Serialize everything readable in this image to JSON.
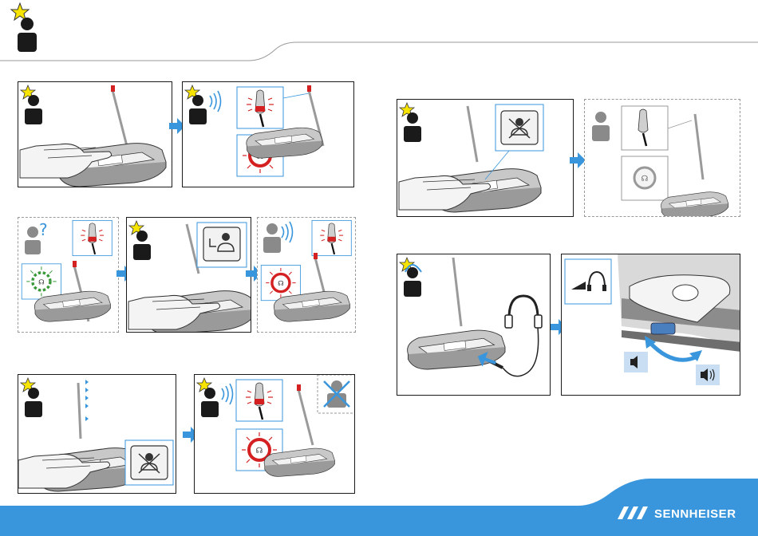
{
  "brand": {
    "name": "SENNHEISER",
    "logo_icon": "sennheiser-logo-icon"
  },
  "colors": {
    "accent_blue": "#3a96dc",
    "light_blue": "#c9def2",
    "red": "#d42020",
    "green": "#3a9a3a",
    "star": "#f7e400",
    "dark": "#333333"
  },
  "page": {
    "header_icon": "chairman-user-star-icon",
    "panels": [
      {
        "id": "chairman-press-button",
        "icons": [
          "chairman-user-star-icon",
          "hand-pressing-button-icon"
        ]
      },
      {
        "id": "chairman-speaking",
        "icons": [
          "user-speaking-icon",
          "mic-ring-red-icon",
          "speak-button-red-icon"
        ]
      },
      {
        "id": "participant-request",
        "icons": [
          "user-question-icon",
          "mic-ring-red-icon",
          "speak-button-green-flashing-icon"
        ]
      },
      {
        "id": "chairman-next-speaker",
        "icons": [
          "chairman-user-star-icon",
          "next-speaker-button-icon"
        ]
      },
      {
        "id": "participant-speaking",
        "icons": [
          "user-speaking-icon",
          "mic-ring-red-icon",
          "speak-button-red-icon"
        ]
      },
      {
        "id": "chairman-priority-mute",
        "icons": [
          "chairman-user-star-icon",
          "priority-mute-button-icon"
        ]
      },
      {
        "id": "chairman-speaking-others-muted",
        "icons": [
          "user-speaking-icon",
          "user-muted-icon",
          "mic-ring-red-icon",
          "speak-button-red-icon"
        ]
      },
      {
        "id": "chairman-cancel-all",
        "icons": [
          "chairman-user-star-icon",
          "cancel-all-button-icon"
        ]
      },
      {
        "id": "all-muted",
        "icons": [
          "user-grey-icon",
          "mic-ring-off-icon",
          "speak-button-off-icon"
        ]
      },
      {
        "id": "headphone-connect",
        "icons": [
          "chairman-headphone-icon",
          "headphones-icon"
        ]
      },
      {
        "id": "volume-adjust",
        "icons": [
          "headphone-volume-icon",
          "volume-low-icon",
          "volume-high-icon"
        ]
      }
    ]
  }
}
